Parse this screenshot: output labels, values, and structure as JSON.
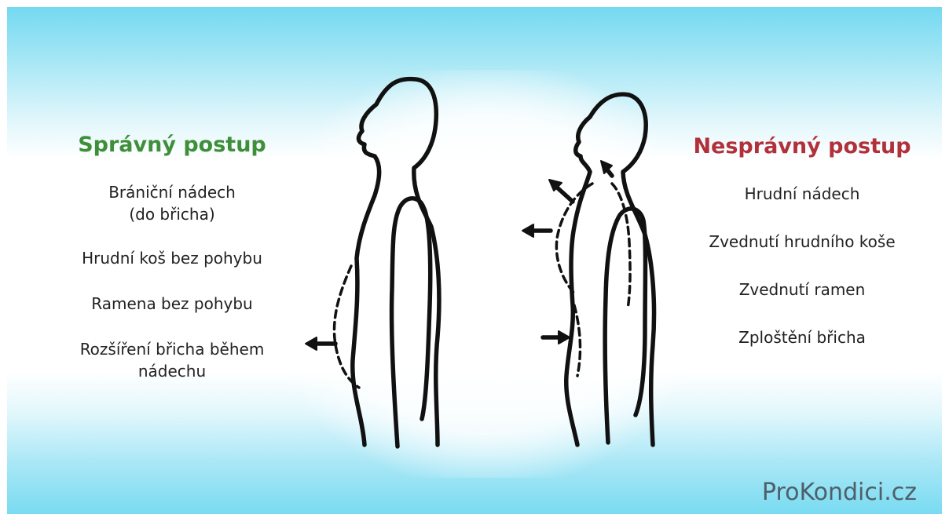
{
  "left": {
    "heading": "Správný postup",
    "items": [
      {
        "lines": [
          "Brániční nádech",
          "(do břicha)"
        ]
      },
      {
        "lines": [
          "Hrudní koš bez pohybu"
        ]
      },
      {
        "lines": [
          "Ramena bez pohybu"
        ]
      },
      {
        "lines": [
          "Rozšíření břicha během",
          "nádechu"
        ]
      }
    ]
  },
  "right": {
    "heading": "Nesprávný postup",
    "items": [
      "Hrudní nádech",
      "Zvednutí hrudního koše",
      "Zvednutí ramen",
      "Zploštění břicha"
    ]
  },
  "watermark": "ProKondici.cz",
  "colors": {
    "correct": "#3f8f3a",
    "incorrect": "#b1303a",
    "line": "#111111",
    "sky": "#74d9f0"
  }
}
